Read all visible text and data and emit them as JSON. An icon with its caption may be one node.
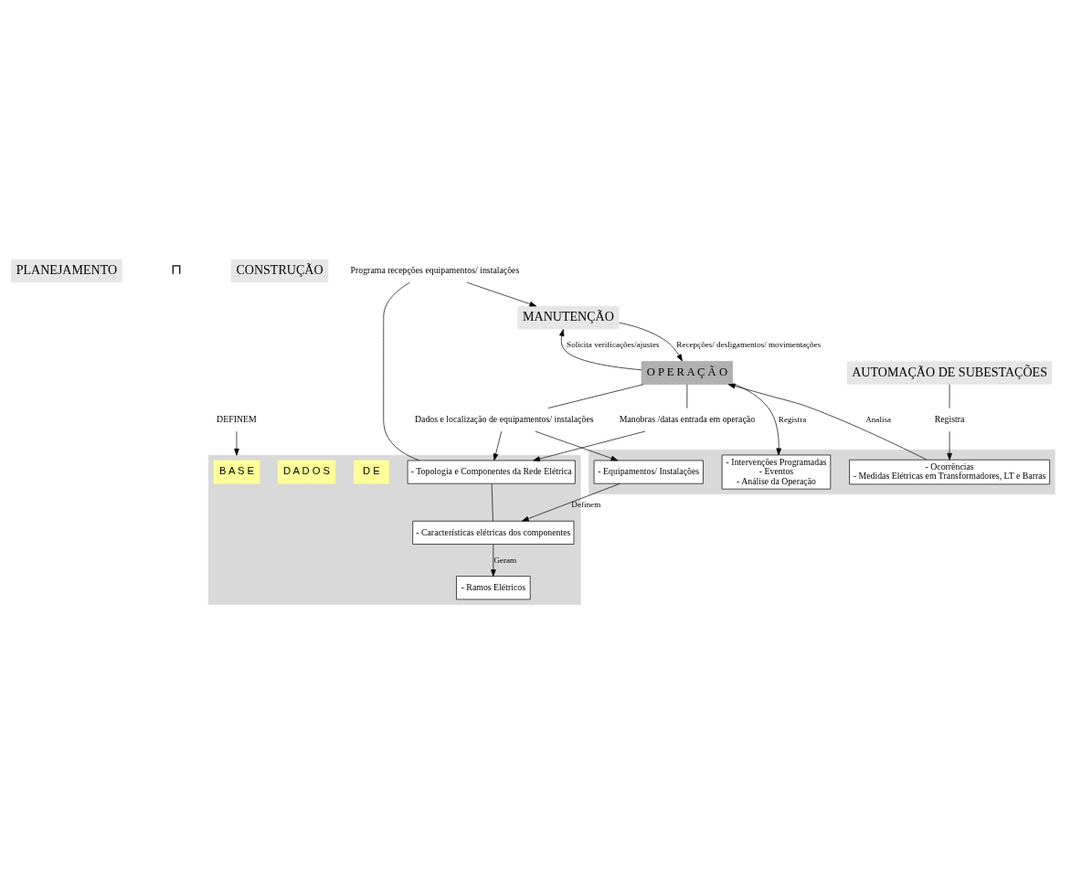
{
  "diagram": {
    "nodes": [
      {
        "text": [
          "PLANEJAMENTO"
        ]
      },
      {
        "text": [
          "CONSTRUÇÃO"
        ]
      },
      {
        "text": [
          "DEFINEM"
        ]
      },
      {
        "text": [],
        "shape": "box"
      },
      {
        "text": [
          "B A S E"
        ],
        "in": 3
      },
      {
        "text": [
          "D E"
        ],
        "in": 3
      },
      {
        "text": [
          "D A D O S"
        ],
        "in": 3
      },
      {
        "text": [
          "- Topologia e Componentes da Rede Elétrica"
        ],
        "in": 3
      },
      {
        "text": [
          "- Características elétricas dos componentes"
        ],
        "in": 3
      },
      {
        "text": [
          "- Ramos Elétricos"
        ],
        "in": 3
      },
      {
        "text": [],
        "shape": "box"
      },
      {
        "text": [
          "- Equipamentos/ Instalações"
        ],
        "in": 10
      },
      {
        "text": [
          "- Intervenções Programadas",
          "- Eventos",
          "- Análise da Operação"
        ],
        "in": 10
      },
      {
        "text": [
          "- Ocorrências",
          "- Medidas Elétricas em Transformadores, LT e Barras"
        ],
        "in": 10
      },
      {
        "text": [
          "MANUTENÇÃO"
        ]
      },
      {
        "text": [
          "O P E R A Ç Ã O"
        ]
      },
      {
        "text": [
          "AUTOMAÇÃO DE SUBESTAÇÕES"
        ]
      },
      {
        "text": [
          "Programa recepções equipamentos/ instalações"
        ]
      },
      {
        "text": [
          "Manobras /datas entrada em operação"
        ]
      },
      {
        "text": [
          "Dados e localização de equipamentos/ instalações"
        ]
      },
      {
        "text": [
          "Registra"
        ]
      }
    ],
    "edges": [
      {
        "from": 2,
        "to": 3,
        "arrow": "to"
      },
      {
        "from": 7,
        "to": 8,
        "arrow": "none"
      },
      {
        "from": 8,
        "to": 9,
        "arrow": "to",
        "label": "Geram"
      },
      {
        "from": 11,
        "to": 8,
        "arrow": "to",
        "label": "Definem"
      },
      {
        "from": 7,
        "to": 17,
        "arrow": "none"
      },
      {
        "from": 17,
        "to": 14,
        "arrow": "to"
      },
      {
        "from": 14,
        "to": 15,
        "arrow": "to",
        "label": "Recepções/ desligamentos/ movimentações"
      },
      {
        "from": 15,
        "to": 14,
        "arrow": "to",
        "label": "Solicita verificações/ajustes"
      },
      {
        "from": 18,
        "to": 7,
        "arrow": "to"
      },
      {
        "from": 15,
        "to": 18,
        "arrow": "none"
      },
      {
        "from": 19,
        "to": 7,
        "arrow": "to"
      },
      {
        "from": 19,
        "to": 11,
        "arrow": "to"
      },
      {
        "from": 15,
        "to": 19,
        "arrow": "none"
      },
      {
        "from": 15,
        "to": 12,
        "arrow": "to",
        "label": "Registra"
      },
      {
        "from": 13,
        "to": 15,
        "arrow": "to",
        "label": "Analisa"
      },
      {
        "from": 16,
        "to": 20,
        "arrow": "none"
      },
      {
        "from": 20,
        "to": 13,
        "arrow": "to"
      }
    ],
    "labels": [
      "⊓"
    ]
  }
}
